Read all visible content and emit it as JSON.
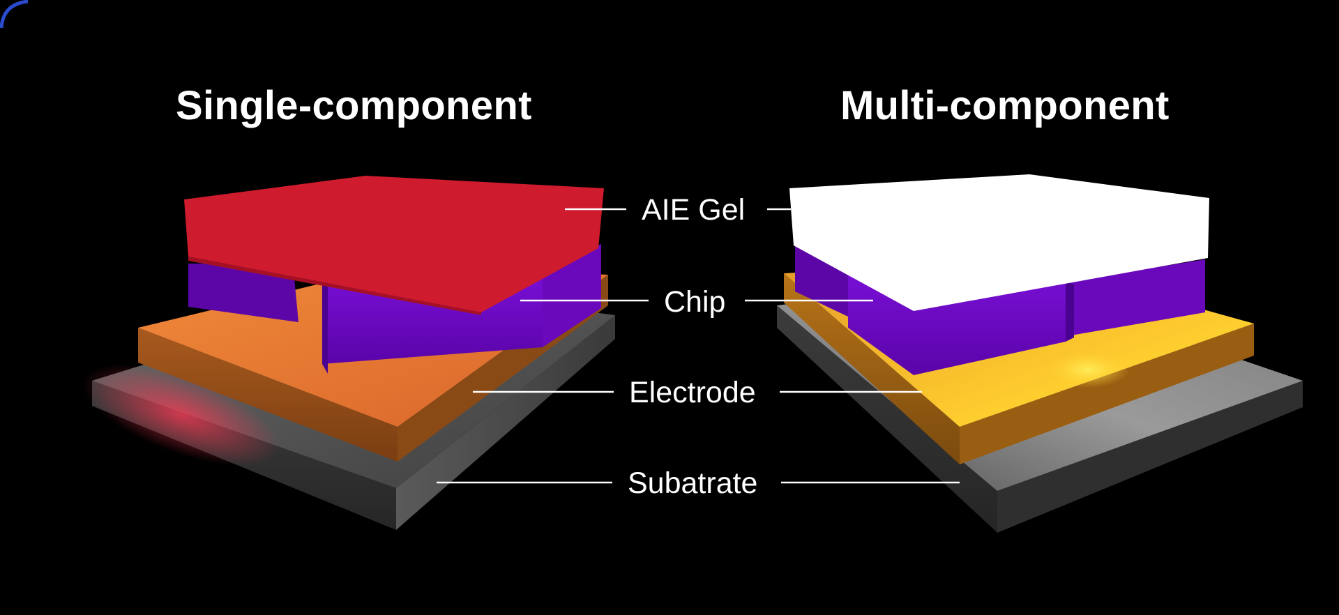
{
  "panels": {
    "left": {
      "title": "Single-component",
      "colors": {
        "gel": "#cf1b2e",
        "chip": "#6a06bf",
        "electrode": "#e8772c",
        "substrate": "#4a4a4a",
        "emission_glow": "#ff3a55"
      }
    },
    "right": {
      "title": "Multi-component",
      "colors": {
        "gel": "#ffffff",
        "chip": "#6a06bf",
        "electrode": "#f0a320",
        "substrate": "#4f4f4f",
        "emission_glow": "#ffffff"
      }
    }
  },
  "layers": [
    {
      "id": "gel",
      "label": "AIE Gel"
    },
    {
      "id": "chip",
      "label": "Chip"
    },
    {
      "id": "electrode",
      "label": "Electrode"
    },
    {
      "id": "substrate",
      "label": "Subatrate"
    }
  ],
  "background": "#000000"
}
